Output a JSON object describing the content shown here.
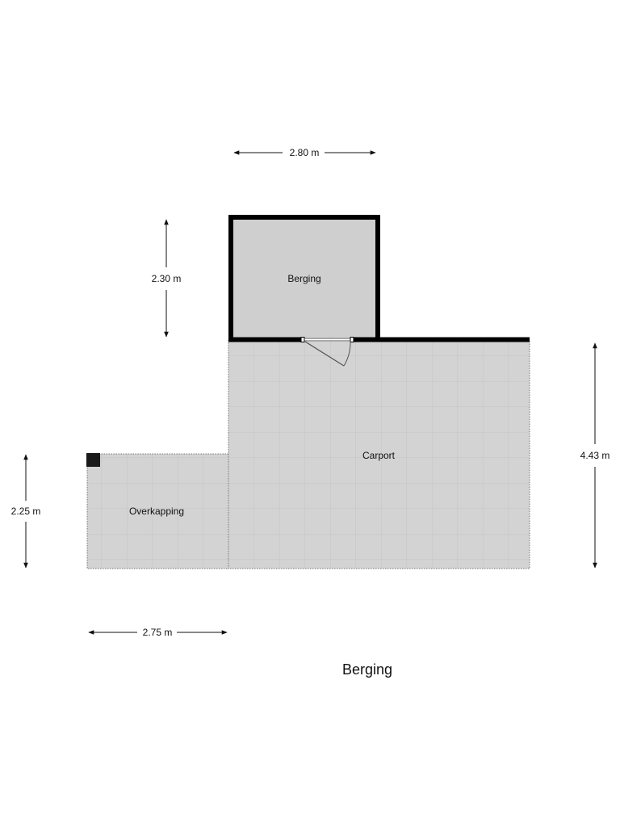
{
  "rooms": {
    "berging": "Berging",
    "carport": "Carport",
    "overkapping": "Overkapping"
  },
  "dimensions": {
    "top_width": "2.80 m",
    "berging_depth": "2.30 m",
    "carport_depth": "4.43 m",
    "overkapping_depth": "2.25 m",
    "overkapping_width": "2.75 m"
  },
  "floor_title": "Berging",
  "colors": {
    "wall": "#000000",
    "berging_floor": "#cfcfcf",
    "tile_floor": "#d3d3d3",
    "tile_line": "#c4c4c4",
    "dim_line": "#111111"
  }
}
